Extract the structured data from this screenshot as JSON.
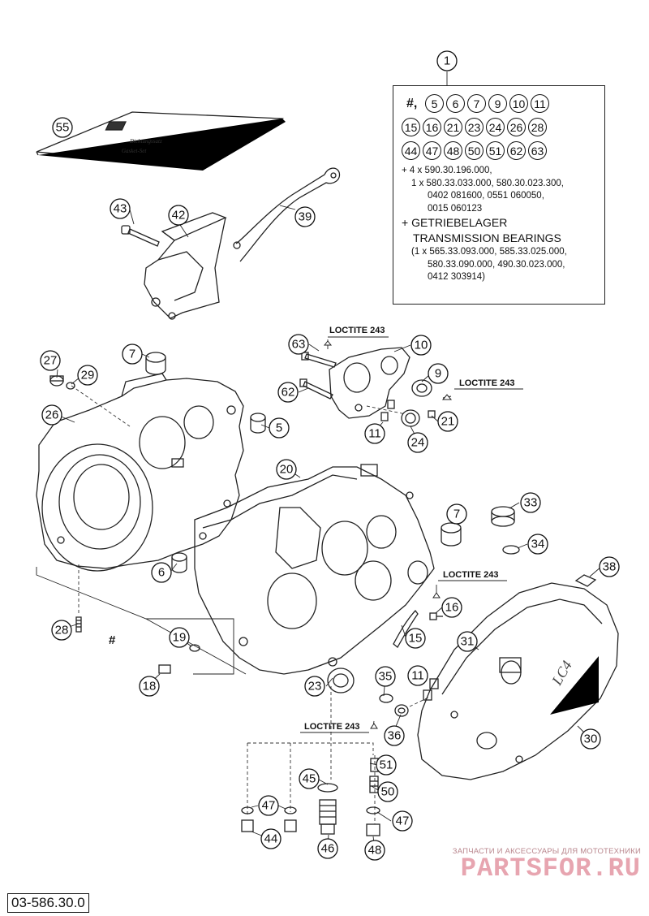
{
  "box_callout": "1",
  "info_box": {
    "hash_symbol": "#,",
    "row1": [
      "5",
      "6",
      "7",
      "9",
      "10",
      "11"
    ],
    "row2": [
      "15",
      "16",
      "21",
      "23",
      "24",
      "26",
      "28"
    ],
    "row3": [
      "44",
      "47",
      "48",
      "50",
      "51",
      "62",
      "63"
    ],
    "line1": "+ 4 x 590.30.196.000,",
    "line2": "1 x 580.33.033.000, 580.30.023.300,",
    "line3": "0402 081600, 0551 060050,",
    "line4": "0015 060123",
    "big1": "+ GETRIEBELAGER",
    "big2": "TRANSMISSION BEARINGS",
    "line5": "(1 x 565.33.093.000, 585.33.025.000,",
    "line6": "580.33.090.000, 490.30.023.000,",
    "line7": "0412 303914)"
  },
  "loctite_label": "LOCTITE 243",
  "hash_label": "#",
  "booklet_text": [
    "Dichtungssatz",
    "Gasket-Set"
  ],
  "cover_text": "LC4",
  "callouts": {
    "c55": "55",
    "c43": "43",
    "c42": "42",
    "c39": "39",
    "c27": "27",
    "c29": "29",
    "c26": "26",
    "c7a": "7",
    "c5": "5",
    "c63": "63",
    "c10": "10",
    "c9": "9",
    "c62": "62",
    "c11a": "11",
    "c24": "24",
    "c21": "21",
    "c20": "20",
    "c7b": "7",
    "c33": "33",
    "c34": "34",
    "c6": "6",
    "c38": "38",
    "c16": "16",
    "c15": "15",
    "c31": "31",
    "c28": "28",
    "c19": "19",
    "c18": "18",
    "c23": "23",
    "c35": "35",
    "c11b": "11",
    "c36": "36",
    "c30": "30",
    "c51": "51",
    "c45": "45",
    "c50": "50",
    "c47a": "47",
    "c47b": "47",
    "c44": "44",
    "c46": "46",
    "c48": "48"
  },
  "reference_code": "03-586.30.0",
  "watermark": {
    "small_text": "ЗАПЧАСТИ И АКСЕССУАРЫ ДЛЯ МОТОТЕХНИКИ",
    "logo_text": "PARTSFOR.RU"
  }
}
